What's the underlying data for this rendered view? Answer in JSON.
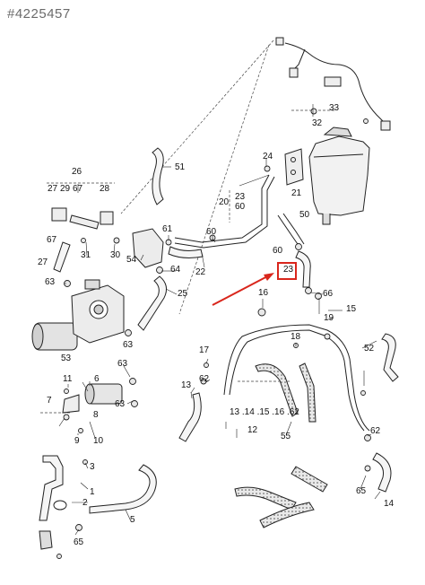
{
  "catalog_number": "#4225457",
  "highlight_color": "#d9261c",
  "highlighted_part": "23",
  "callouts": [
    {
      "id": "c1",
      "text": "1"
    },
    {
      "id": "c2",
      "text": "2"
    },
    {
      "id": "c3",
      "text": "3"
    },
    {
      "id": "c5",
      "text": "5"
    },
    {
      "id": "c6",
      "text": "6"
    },
    {
      "id": "c7",
      "text": "7"
    },
    {
      "id": "c8",
      "text": "8"
    },
    {
      "id": "c9",
      "text": "9"
    },
    {
      "id": "c10",
      "text": "10"
    },
    {
      "id": "c11",
      "text": "11"
    },
    {
      "id": "c12",
      "text": "12"
    },
    {
      "id": "c13",
      "text": "13"
    },
    {
      "id": "c14",
      "text": "14"
    },
    {
      "id": "c15",
      "text": "15"
    },
    {
      "id": "c16",
      "text": "16"
    },
    {
      "id": "c17",
      "text": "17"
    },
    {
      "id": "c18",
      "text": "18"
    },
    {
      "id": "c19",
      "text": "19"
    },
    {
      "id": "c20",
      "text": "20"
    },
    {
      "id": "c21",
      "text": "21"
    },
    {
      "id": "c22",
      "text": "22"
    },
    {
      "id": "c23",
      "text": "23"
    },
    {
      "id": "c23b",
      "text": "23"
    },
    {
      "id": "c24",
      "text": "24"
    },
    {
      "id": "c25",
      "text": "25"
    },
    {
      "id": "c26",
      "text": "26"
    },
    {
      "id": "c27a",
      "text": "27"
    },
    {
      "id": "c27b",
      "text": "27"
    },
    {
      "id": "c28",
      "text": "28"
    },
    {
      "id": "c29",
      "text": "29"
    },
    {
      "id": "c30",
      "text": "30"
    },
    {
      "id": "c31",
      "text": "31"
    },
    {
      "id": "c32",
      "text": "32"
    },
    {
      "id": "c33",
      "text": "33"
    },
    {
      "id": "c50",
      "text": "50"
    },
    {
      "id": "c51",
      "text": "51"
    },
    {
      "id": "c52",
      "text": "52"
    },
    {
      "id": "c53",
      "text": "53"
    },
    {
      "id": "c54",
      "text": "54"
    },
    {
      "id": "c55",
      "text": "55"
    },
    {
      "id": "c60a",
      "text": "60"
    },
    {
      "id": "c60b",
      "text": "60"
    },
    {
      "id": "c60c",
      "text": "60"
    },
    {
      "id": "c61",
      "text": "61"
    },
    {
      "id": "c62a",
      "text": "62"
    },
    {
      "id": "c62b",
      "text": "62"
    },
    {
      "id": "c63a",
      "text": "63"
    },
    {
      "id": "c63b",
      "text": "63"
    },
    {
      "id": "c63c",
      "text": "63"
    },
    {
      "id": "c63d",
      "text": "63"
    },
    {
      "id": "c64",
      "text": "64"
    },
    {
      "id": "c65a",
      "text": "65"
    },
    {
      "id": "c65b",
      "text": "65"
    },
    {
      "id": "c66",
      "text": "66"
    },
    {
      "id": "c67a",
      "text": "67"
    },
    {
      "id": "c67b",
      "text": "67"
    },
    {
      "id": "c12group",
      "text": "13 .14 .15 .16 .62"
    }
  ]
}
